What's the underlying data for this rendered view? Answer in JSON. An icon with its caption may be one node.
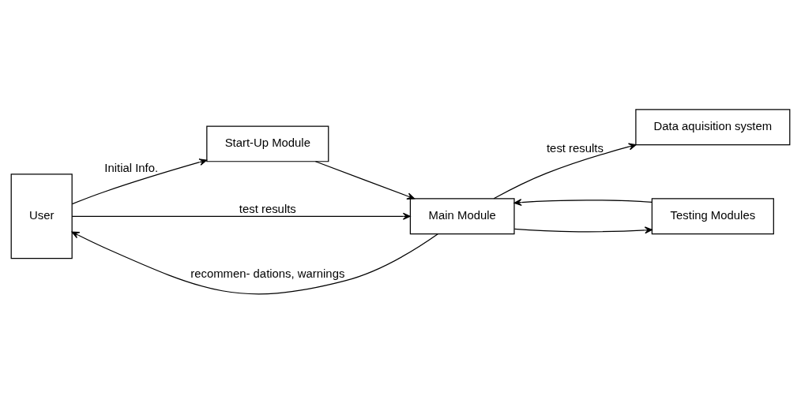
{
  "diagram": {
    "nodes": [
      {
        "text": [
          "User"
        ]
      },
      {
        "text": [
          "Start-Up Module"
        ]
      },
      {
        "text": [
          "Main Module"
        ]
      },
      {
        "text": [
          "Data aquisition system"
        ]
      },
      {
        "text": [
          "Testing Modules"
        ]
      }
    ],
    "edges": [
      {
        "from": 0,
        "to": 1,
        "arrow": "to",
        "label": "Initial Info."
      },
      {
        "from": 2,
        "to": 0,
        "arrow": "to",
        "label": "recommen- dations, warnings"
      },
      {
        "from": 0,
        "to": 2,
        "arrow": "to",
        "label": "test results"
      },
      {
        "from": 1,
        "to": 2,
        "arrow": "to"
      },
      {
        "from": 2,
        "to": 3,
        "arrow": "to",
        "label": "test results"
      },
      {
        "from": 2,
        "to": 4,
        "arrow": "to"
      },
      {
        "from": 4,
        "to": 2,
        "arrow": "to"
      }
    ]
  }
}
